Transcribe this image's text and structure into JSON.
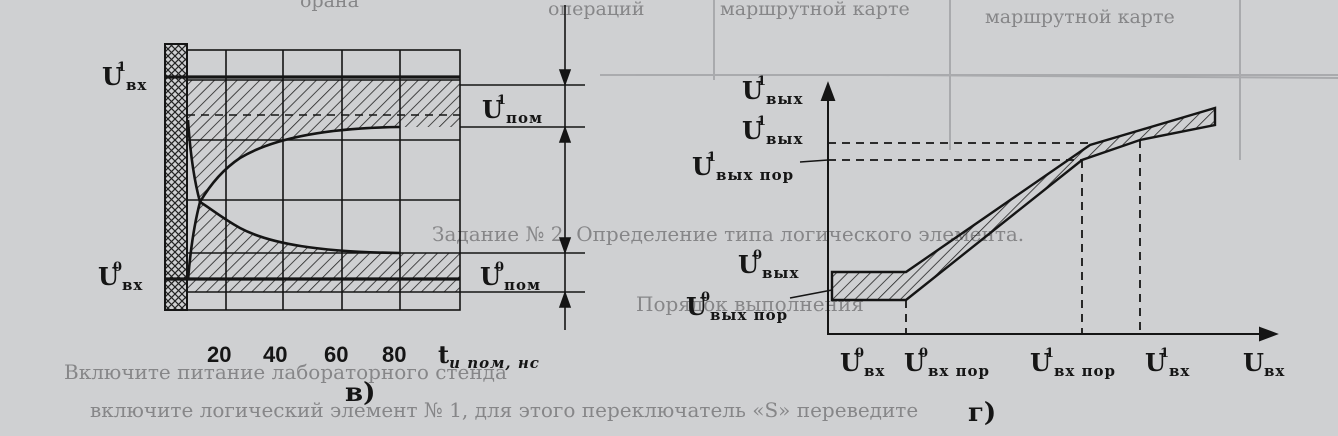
{
  "background_text": {
    "header_cells": [
      "маршрутной карте",
      "маршрутной карте",
      "операций",
      "орана"
    ],
    "lines": [
      "Задание № 2. Определение типа логического элемента.",
      "Порядок выполнения",
      "Включите питание лабораторного стенда",
      "включите логический элемент № 1, для этого переключатель «S» переведите"
    ]
  },
  "figure_v": {
    "caption": "в)",
    "x_ticks": [
      "20",
      "40",
      "60",
      "80"
    ],
    "x_axis_label": {
      "main": "t",
      "sub": "и пом, нс"
    },
    "left_labels": [
      {
        "main": "U",
        "sub": "вх",
        "sup": "1"
      },
      {
        "main": "U",
        "sub": "вх",
        "sup": "0"
      }
    ],
    "right_labels": [
      {
        "main": "U",
        "sub": "пом",
        "sup": "1"
      },
      {
        "main": "U",
        "sub": "пом",
        "sup": "0"
      }
    ]
  },
  "figure_g": {
    "caption": "г)",
    "y_labels": [
      {
        "main": "U",
        "sub": "вых",
        "sup": "1"
      },
      {
        "main": "U",
        "sub": "вых",
        "sup": "1"
      },
      {
        "main": "U",
        "sub": "вых пор",
        "sup": "1"
      },
      {
        "main": "U",
        "sub": "вых",
        "sup": "0"
      },
      {
        "main": "U",
        "sub": "вых пор",
        "sup": "0"
      }
    ],
    "x_labels": [
      {
        "main": "U",
        "sub": "вх",
        "sup": "0"
      },
      {
        "main": "U",
        "sub": "вх пор",
        "sup": "0"
      },
      {
        "main": "U",
        "sub": "вх пор",
        "sup": "1"
      },
      {
        "main": "U",
        "sub": "вх",
        "sup": "1"
      },
      {
        "main": "U",
        "sub": "вх",
        "sup": ""
      }
    ]
  },
  "colors": {
    "ink": "#151515",
    "paper": "#cfd0d2",
    "ghost": "#6e6e70"
  }
}
